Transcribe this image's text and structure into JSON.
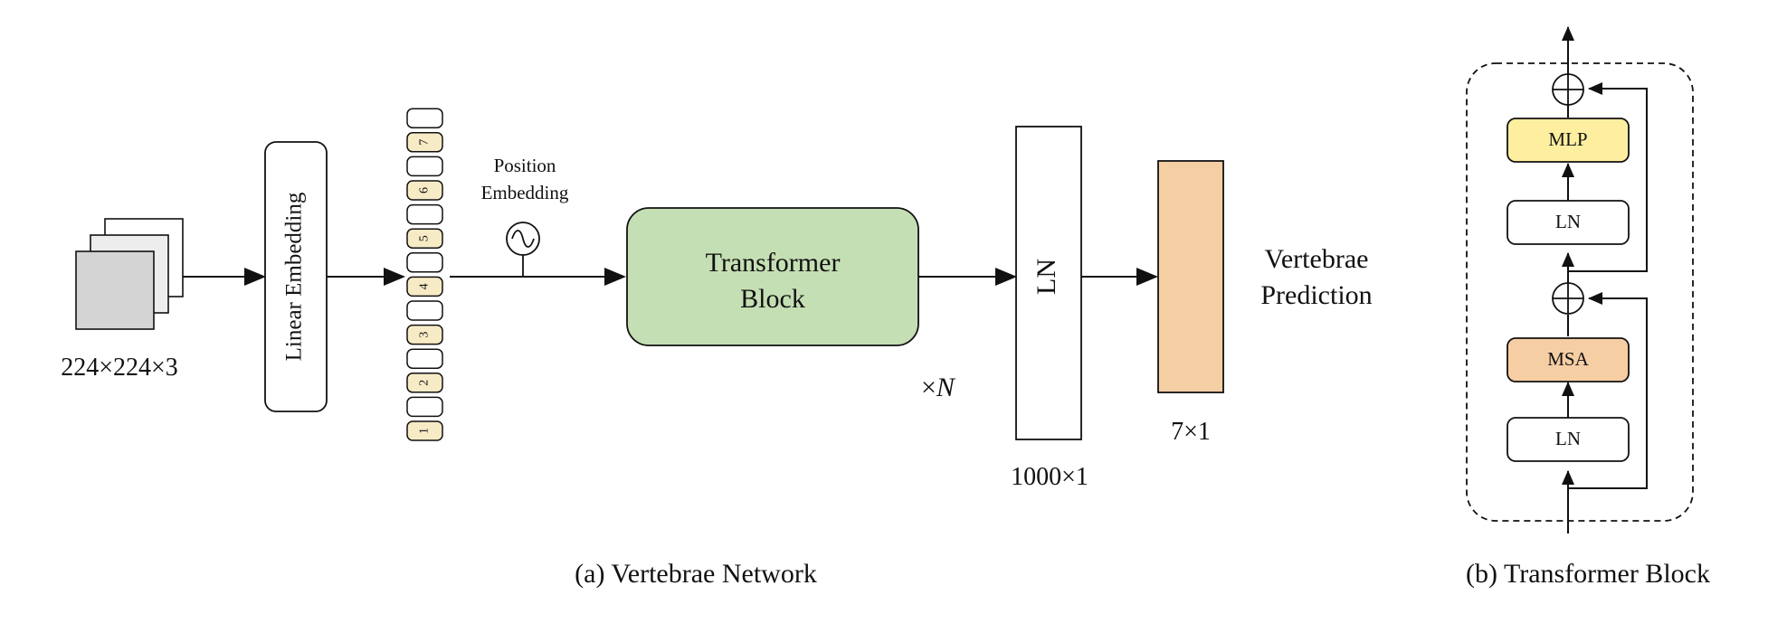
{
  "network": {
    "input_dims": "224×224×3",
    "linear_embedding": "Linear Embedding",
    "position_embedding_line1": "Position",
    "position_embedding_line2": "Embedding",
    "transformer_line1": "Transformer",
    "transformer_line2": "Block",
    "repeat_prefix": "×",
    "repeat_symbol": "N",
    "layer_norm": "LN",
    "ln_dims": "1000×1",
    "output_dims": "7×1",
    "prediction_line1": "Vertebrae",
    "prediction_line2": "Prediction",
    "caption": "(a) Vertebrae Network",
    "tokens": [
      "1",
      "2",
      "3",
      "4",
      "5",
      "6",
      "7"
    ]
  },
  "block": {
    "mlp": "MLP",
    "ln_top": "LN",
    "msa": "MSA",
    "ln_bottom": "LN",
    "caption": "(b) Transformer Block"
  },
  "colors": {
    "token_fill": "#f7ebc6",
    "transformer_fill": "#c5dfb4",
    "output_fill": "#f5cfa4",
    "mlp_fill": "#fdef9f",
    "msa_fill": "#f6cea4",
    "input_front": "#d4d4d4",
    "input_middle": "#ededed",
    "input_back": "#ffffff"
  }
}
